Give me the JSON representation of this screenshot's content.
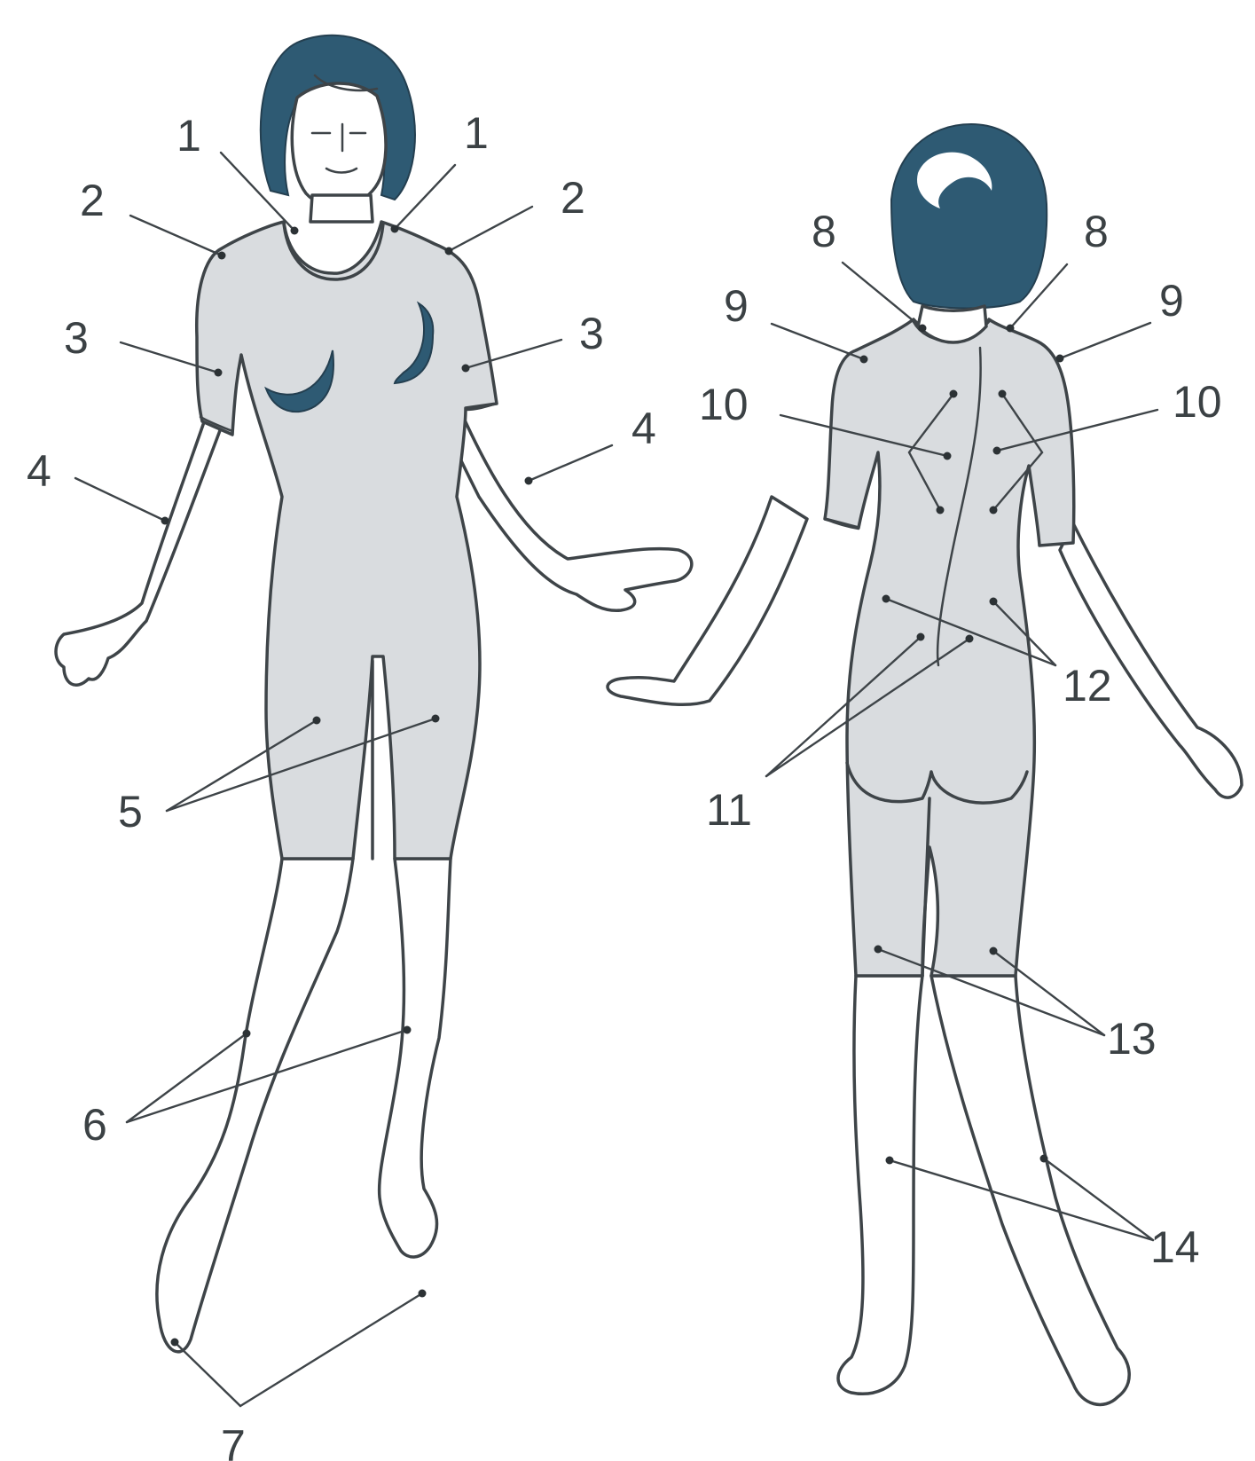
{
  "colors": {
    "hair": "#2e5a73",
    "garment": "#d9dcdf",
    "line": "#3e4448"
  },
  "figures": [
    {
      "name": "front-figure",
      "view": "front"
    },
    {
      "name": "back-figure",
      "view": "back"
    }
  ],
  "points": [
    {
      "label": "1",
      "name": "left-neck-point"
    },
    {
      "label": "1",
      "name": "right-neck-point"
    },
    {
      "label": "2",
      "name": "left-shoulder-point"
    },
    {
      "label": "2",
      "name": "right-shoulder-point"
    },
    {
      "label": "3",
      "name": "left-upper-arm-point"
    },
    {
      "label": "3",
      "name": "right-upper-arm-point"
    },
    {
      "label": "4",
      "name": "left-forearm-point"
    },
    {
      "label": "4",
      "name": "right-forearm-point"
    },
    {
      "label": "5",
      "name": "front-thighs-point"
    },
    {
      "label": "6",
      "name": "front-shins-point"
    },
    {
      "label": "7",
      "name": "toes-point"
    },
    {
      "label": "8",
      "name": "left-back-neck-point"
    },
    {
      "label": "8",
      "name": "right-back-neck-point"
    },
    {
      "label": "9",
      "name": "left-back-shoulder-point"
    },
    {
      "label": "9",
      "name": "right-back-shoulder-point"
    },
    {
      "label": "10",
      "name": "left-upper-back-point"
    },
    {
      "label": "10",
      "name": "right-upper-back-point"
    },
    {
      "label": "11",
      "name": "lower-back-point"
    },
    {
      "label": "12",
      "name": "waist-back-point"
    },
    {
      "label": "13",
      "name": "back-thighs-point"
    },
    {
      "label": "14",
      "name": "calves-point"
    }
  ]
}
